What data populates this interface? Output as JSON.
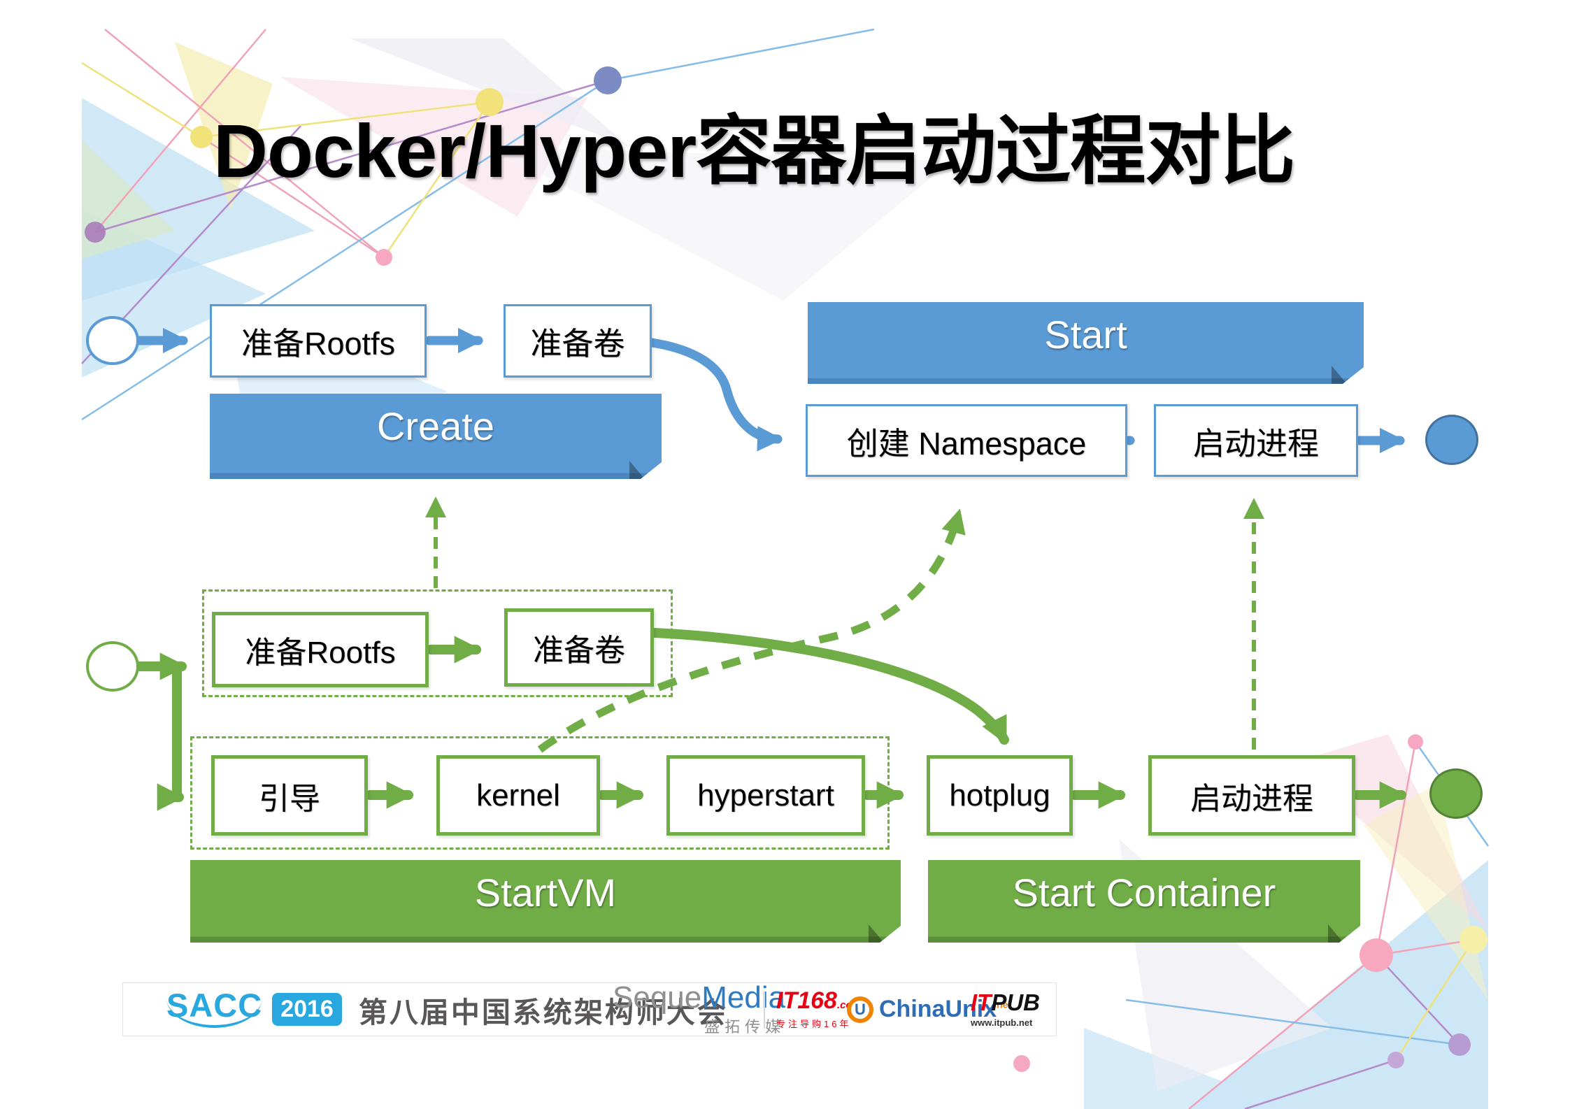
{
  "title": "Docker/Hyper容器启动过程对比",
  "docker": {
    "prep_rootfs": "准备Rootfs",
    "prep_volume": "准备卷",
    "create_banner": "Create",
    "start_banner": "Start",
    "create_namespace": "创建 Namespace",
    "start_process": "启动进程"
  },
  "hyper": {
    "prep_rootfs": "准备Rootfs",
    "prep_volume": "准备卷",
    "boot": "引导",
    "kernel": "kernel",
    "hyperstart": "hyperstart",
    "hotplug": "hotplug",
    "start_process": "启动进程",
    "startvm_banner": "StartVM",
    "start_container_banner": "Start Container"
  },
  "footer": {
    "sacc": "SACC",
    "year": "2016",
    "conference": "第八届中国系统架构师大会",
    "seque": "Seque",
    "media": "Media",
    "seque_cn": "盛拓传媒",
    "it168": "IT168",
    "it168_suffix": ".com",
    "it168_slogan": "专注导购16年",
    "chinaunix_u": "U",
    "chinaunix": "ChinaUnix",
    "chinaunix_sup": "net",
    "itpub_it": "IT",
    "itpub_pub": "PUB",
    "itpub_url": "www.itpub.net"
  },
  "colors": {
    "docker_blue": "#5B9BD5",
    "docker_blue_dark": "#41719C",
    "hyper_green": "#70AD47",
    "hyper_green_dark": "#548235",
    "sacc_blue": "#29A8DF",
    "it168_red": "#E60012",
    "chinaunix_blue": "#2E6DB4",
    "chinaunix_orange": "#F08300"
  }
}
